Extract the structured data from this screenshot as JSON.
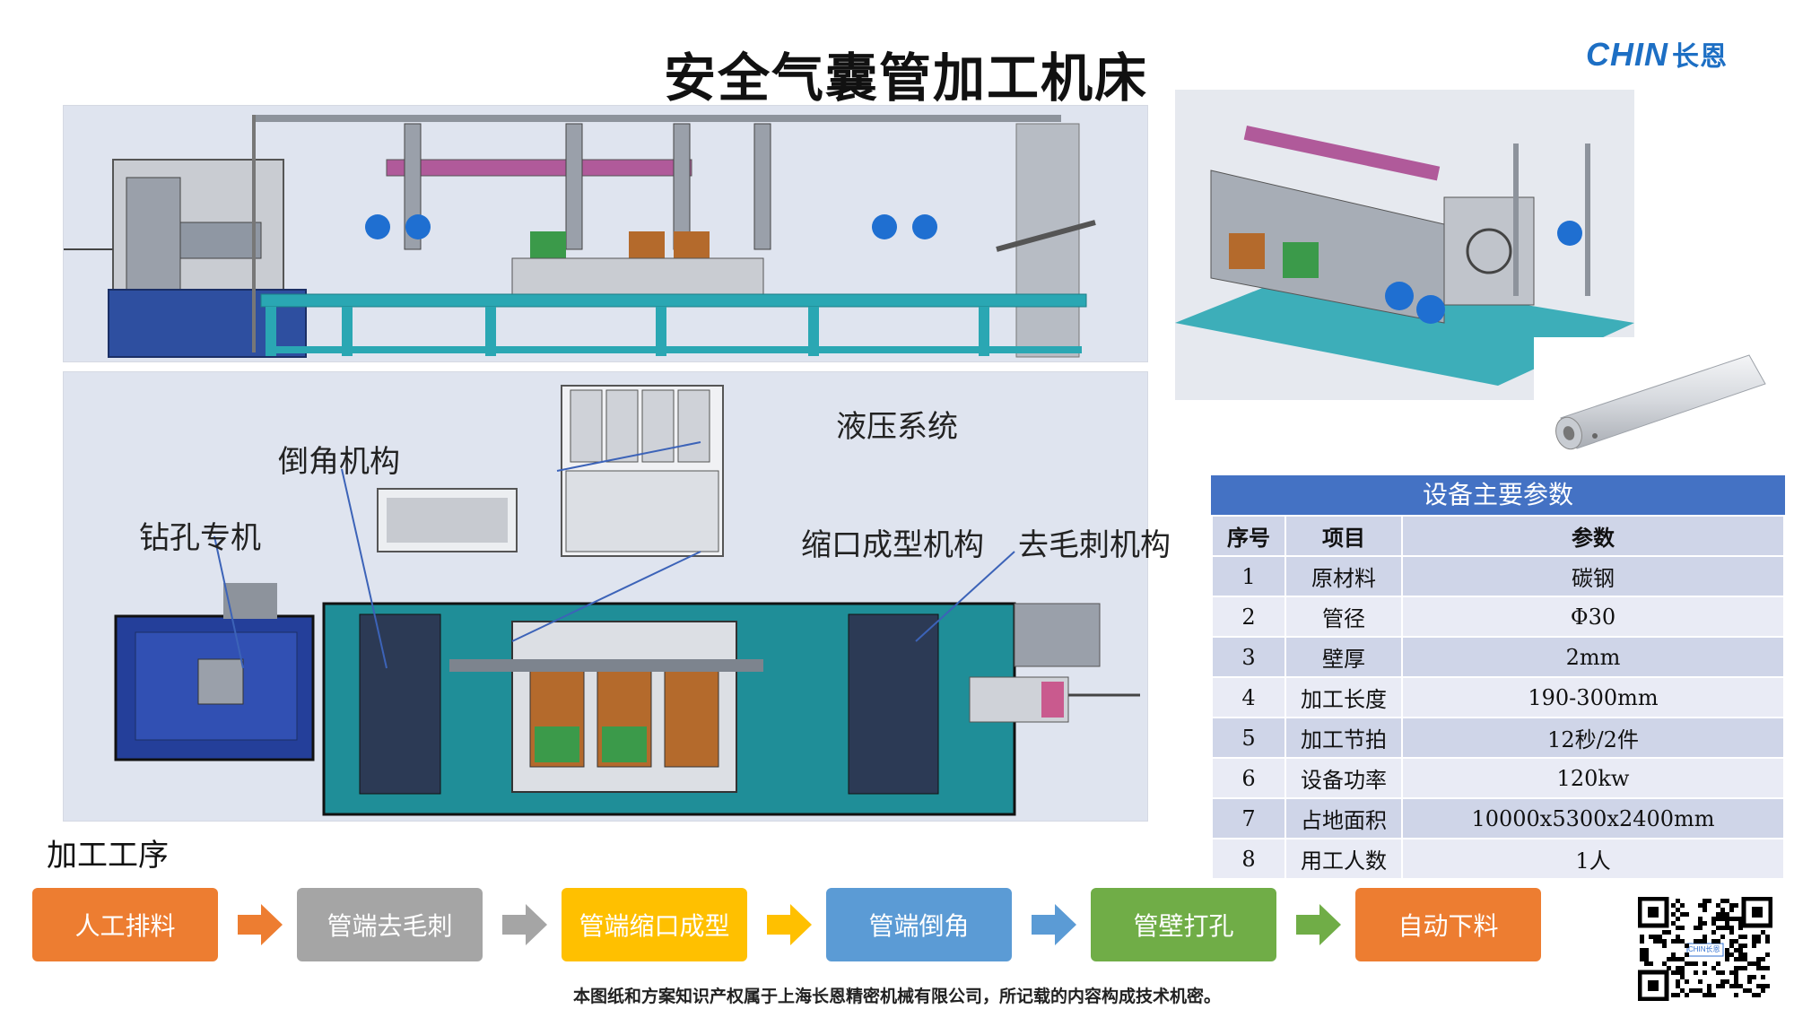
{
  "title": "安全气囊管加工机床",
  "logo": {
    "latin": "CHIN",
    "cn": "长恩"
  },
  "callouts": {
    "hydraulic": "液压系统",
    "chamfer": "倒角机构",
    "drill": "钻孔专机",
    "neck": "缩口成型机构",
    "deburr": "去毛刺机构"
  },
  "params": {
    "title": "设备主要参数",
    "headers": [
      "序号",
      "项目",
      "参数"
    ],
    "rows": [
      [
        "1",
        "原材料",
        "碳钢"
      ],
      [
        "2",
        "管径",
        "Φ30"
      ],
      [
        "3",
        "壁厚",
        "2mm"
      ],
      [
        "4",
        "加工长度",
        "190-300mm"
      ],
      [
        "5",
        "加工节拍",
        "12秒/2件"
      ],
      [
        "6",
        "设备功率",
        "120kw"
      ],
      [
        "7",
        "占地面积",
        "10000x5300x2400mm"
      ],
      [
        "8",
        "用工人数",
        "1人"
      ]
    ]
  },
  "process": {
    "label": "加工工序",
    "steps": [
      {
        "label": "人工排料",
        "color": "#ed7d31"
      },
      {
        "label": "管端去毛刺",
        "color": "#a5a5a5"
      },
      {
        "label": "管端缩口成型",
        "color": "#ffc000"
      },
      {
        "label": "管端倒角",
        "color": "#5b9bd5"
      },
      {
        "label": "管壁打孔",
        "color": "#70ad47"
      },
      {
        "label": "自动下料",
        "color": "#ed7d31"
      }
    ]
  },
  "footer": "本图纸和方案知识产权属于上海长恩精密机械有限公司，所记载的内容构成技术机密。",
  "qr_caption": "CHIN长恩"
}
